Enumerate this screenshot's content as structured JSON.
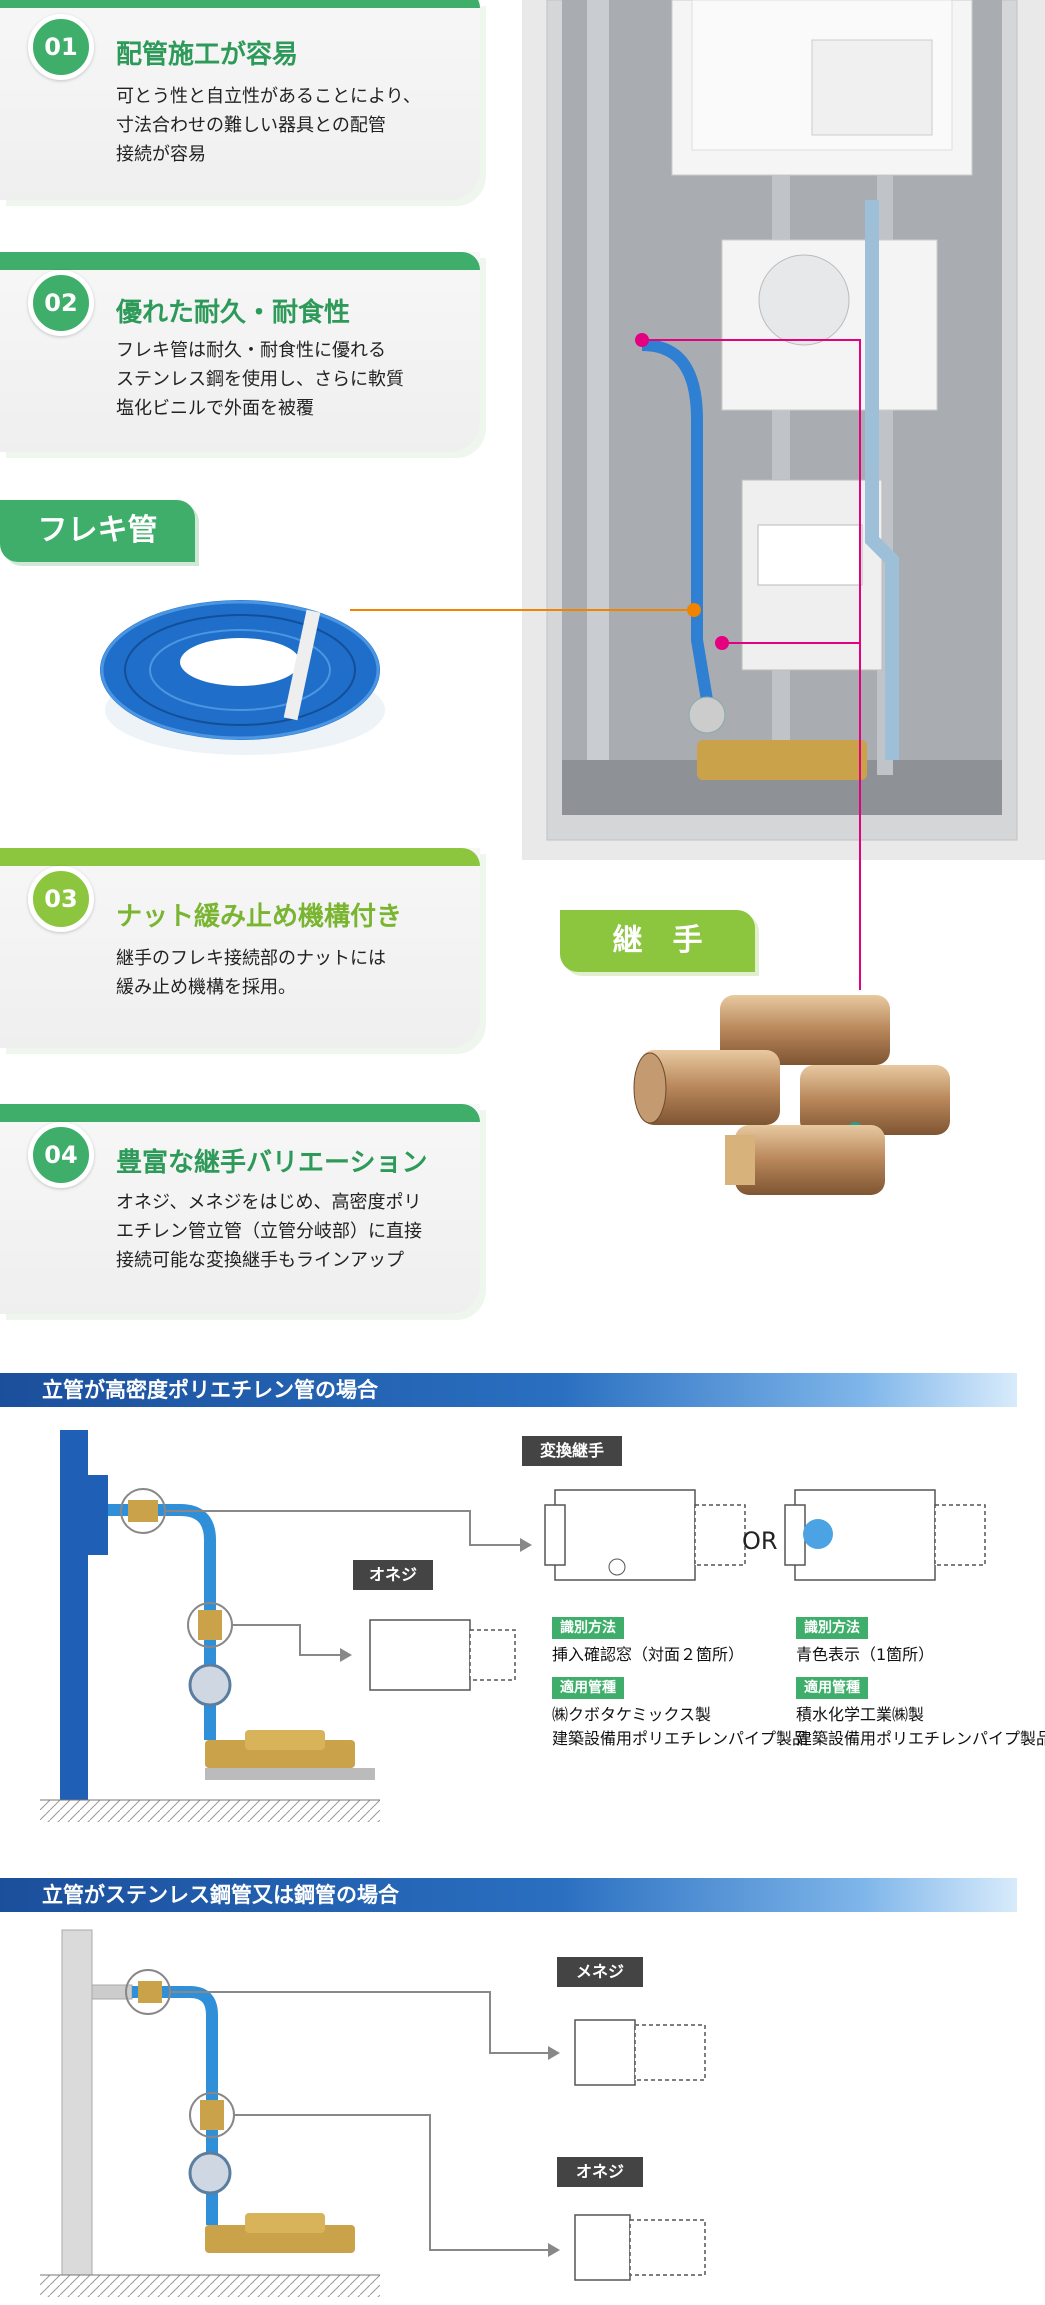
{
  "features": [
    {
      "num": "01",
      "title": "配管施工が容易",
      "desc": "可とう性と自立性があることにより、\n寸法合わせの難しい器具との配管\n接続が容易"
    },
    {
      "num": "02",
      "title": "優れた耐久・耐食性",
      "desc": "フレキ管は耐久・耐食性に優れる\nステンレス鋼を使用し、さらに軟質\n塩化ビニルで外面を被覆"
    },
    {
      "num": "03",
      "title": "ナット緩み止め機構付き",
      "desc": "継手のフレキ接続部のナットには\n緩み止め機構を採用。"
    },
    {
      "num": "04",
      "title": "豊富な継手バリエーション",
      "desc": "オネジ、メネジをはじめ、高密度ポリ\nエチレン管立管（立管分岐部）に直接\n接続可能な変換継手もラインアップ"
    }
  ],
  "tags": {
    "flexi": "フレキ管",
    "joint": "継　手"
  },
  "section1": {
    "title": "立管が高密度ポリエチレン管の場合",
    "converter_label": "変換継手",
    "male_label": "オネジ",
    "or": "OR",
    "left": {
      "id_method": "識別方法",
      "id_text": "挿入確認窓（対面２箇所）",
      "pipe_label": "適用管種",
      "pipe_text1": "㈱クボタケミックス製",
      "pipe_text2": "建築設備用ポリエチレンパイプ製品"
    },
    "right": {
      "id_method": "識別方法",
      "id_text": "青色表示（1箇所）",
      "pipe_label": "適用管種",
      "pipe_text1": "積水化学工業㈱製",
      "pipe_text2": "建築設備用ポリエチレンパイプ製品"
    }
  },
  "section2": {
    "title": "立管がステンレス鋼管又は鋼管の場合",
    "female_label": "メネジ",
    "male_label": "オネジ"
  },
  "colors": {
    "green": "#3fae6a",
    "lime": "#8cc63f",
    "blue": "#2a6fc0",
    "pipe": "#2f8fd8",
    "magenta": "#e4007f",
    "orange": "#f08300"
  }
}
